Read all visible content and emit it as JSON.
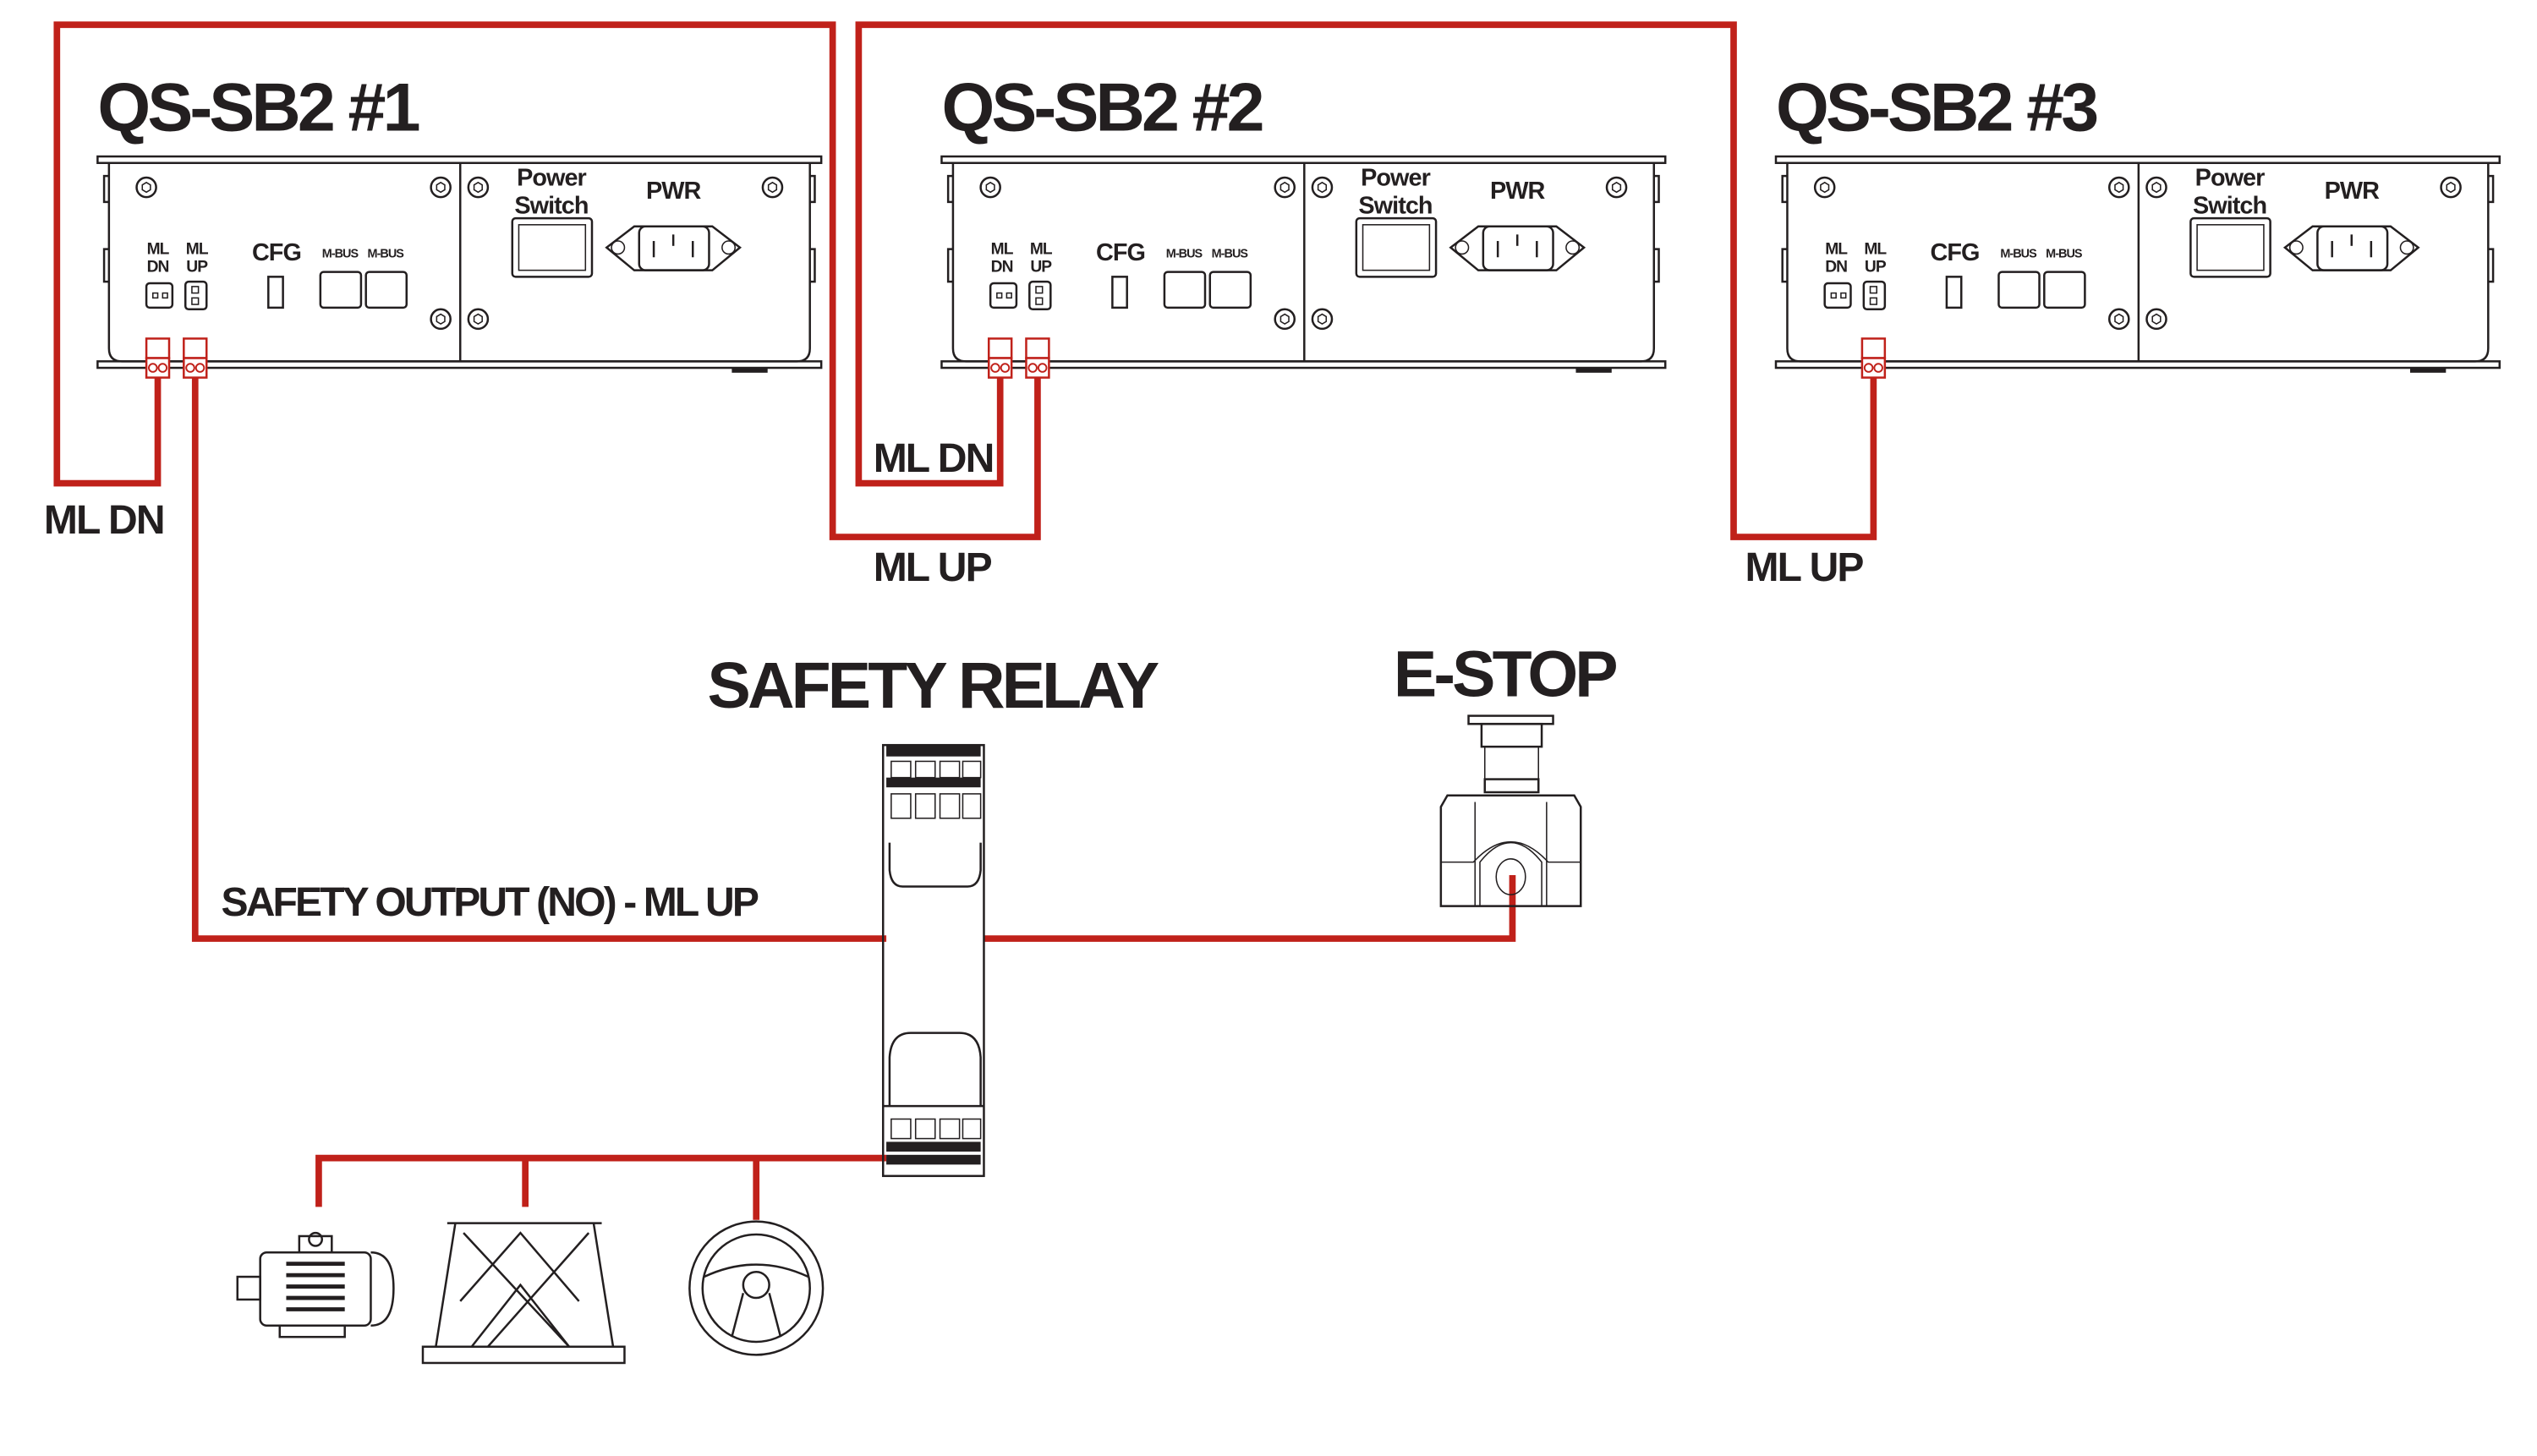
{
  "colors": {
    "wire": "#c0211a",
    "line": "#231f20",
    "background": "#ffffff"
  },
  "units": [
    {
      "title": "QS-SB2 #1",
      "connected_ports": [
        "ML DN",
        "ML UP"
      ]
    },
    {
      "title": "QS-SB2 #2",
      "connected_ports": [
        "ML DN",
        "ML UP"
      ]
    },
    {
      "title": "QS-SB2 #3",
      "connected_ports": [
        "ML UP"
      ]
    }
  ],
  "panel": {
    "ml": "ML",
    "dn": "DN",
    "up": "UP",
    "cfg": "CFG",
    "mbus": "M-BUS",
    "power": "Power",
    "switch": "Switch",
    "pwr": "PWR"
  },
  "wire_labels": {
    "unit1_ml_dn": "ML DN",
    "unit2_ml_dn": "ML DN",
    "unit2_ml_up": "ML UP",
    "unit3_ml_up": "ML UP",
    "safety_output": "SAFETY OUTPUT (NO) - ML UP"
  },
  "devices": {
    "safety_relay": "SAFETY RELAY",
    "estop": "E-STOP",
    "loads": [
      "motor-icon",
      "scissor-lift-icon",
      "steering-wheel-icon"
    ]
  }
}
